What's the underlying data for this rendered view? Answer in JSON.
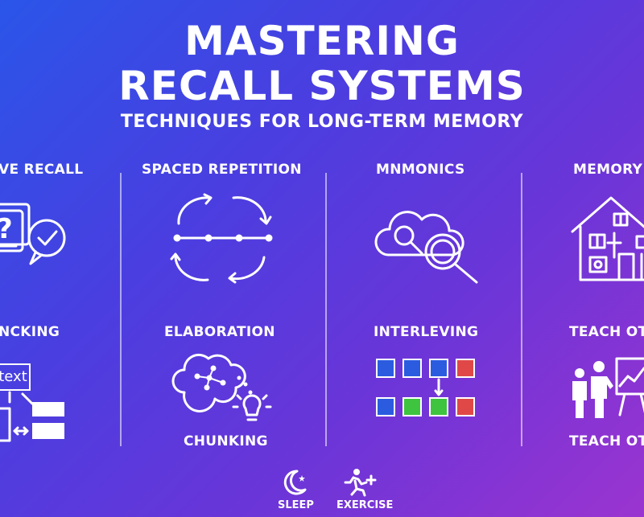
{
  "header": {
    "title_line1": "MASTERING",
    "title_line2": "RECALL SYSTEMS",
    "subtitle": "TECHNIQUES FOR LONG-TERM MEMORY"
  },
  "techniques": {
    "active_recall": "VE RECALL",
    "spaced_repetition": "SPACED REPETITION",
    "mnemonics": "MNMONICS",
    "memory_palace": "MEMORY",
    "chunking_left": "NCKING",
    "elaboration": "ELABORATION",
    "interleaving": "INTERLEVING",
    "teach_top": "TEACH OT",
    "chunking_bottom": "CHUNKING",
    "teach_bottom": "TEACH OT"
  },
  "chunk_box_text": "text",
  "interleaving_colors": {
    "blue": "#2b5ce0",
    "green": "#3ec43e",
    "red": "#e04848"
  },
  "footer": {
    "sleep": "SLEEP",
    "exercise": "EXERCISE"
  }
}
